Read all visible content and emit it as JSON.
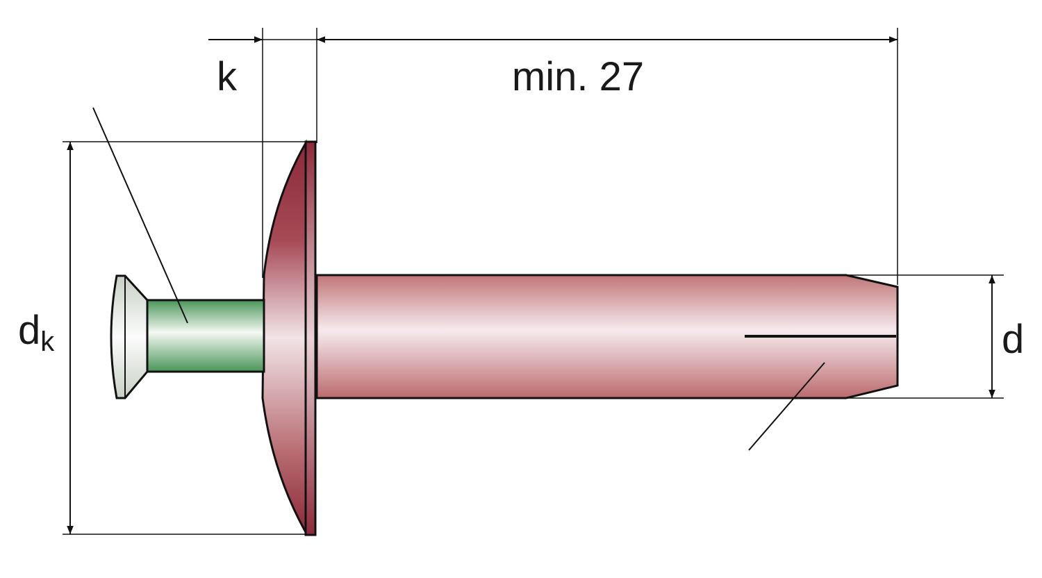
{
  "labels": {
    "k": "k",
    "min_length": "min. 27",
    "dk_main": "d",
    "dk_sub": "k",
    "d": "d"
  },
  "colors": {
    "body": "#c98585",
    "body_highlight": "#f7ecef",
    "body_dark": "#8a2a3a",
    "mandrel": "#4e9a5c",
    "mandrel_highlight": "#f2f7f2",
    "mandrel_head": "#e4e8e2",
    "line": "#111111"
  },
  "icons": {
    "arrow": "arrow-head-icon"
  }
}
